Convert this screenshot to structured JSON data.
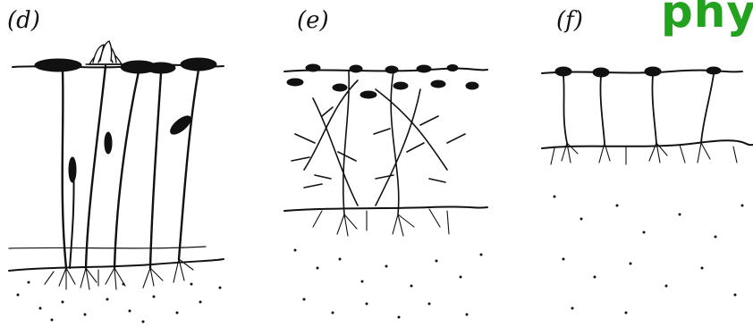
{
  "panels": [
    {
      "id": "d",
      "label": "(d)"
    },
    {
      "id": "e",
      "label": "(e)"
    },
    {
      "id": "f",
      "label": "(f)"
    }
  ],
  "corner_text": "phy",
  "colors": {
    "ink": "#111111",
    "accent_text": "#22a21e",
    "background": "#ffffff"
  }
}
